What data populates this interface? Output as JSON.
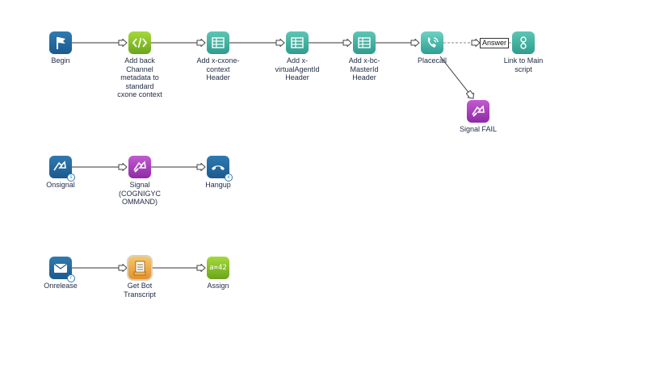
{
  "nodes": {
    "begin": {
      "label": "Begin",
      "icon": "flag-icon"
    },
    "add_back": {
      "label": "Add back\nChannel\nmetadata to\nstandard\ncxone context",
      "icon": "code-icon"
    },
    "add_cxone": {
      "label": "Add x-cxone-\ncontext\nHeader",
      "icon": "table-icon"
    },
    "add_virtual": {
      "label": "Add x-\nvirtualAgentId\nHeader",
      "icon": "table-icon"
    },
    "add_bc": {
      "label": "Add x-bc-\nMasterId\nHeader",
      "icon": "table-icon"
    },
    "placecall": {
      "label": "Placecall",
      "icon": "phone-call-icon"
    },
    "link_main": {
      "label": "Link to Main\nscript",
      "icon": "link-script-icon"
    },
    "signal_fail": {
      "label": "Signal FAIL",
      "icon": "signal-icon"
    },
    "onsignal": {
      "label": "Onsignal",
      "icon": "onsignal-icon"
    },
    "signal_cognigy": {
      "label": "Signal\n(COGNIGYC\nOMMAND)",
      "icon": "signal-icon"
    },
    "hangup": {
      "label": "Hangup",
      "icon": "hangup-icon"
    },
    "onrelease": {
      "label": "Onrelease",
      "icon": "onrelease-icon"
    },
    "get_bot": {
      "label": "Get Bot\nTranscript",
      "icon": "document-icon"
    },
    "assign": {
      "label": "Assign",
      "icon": "assign-icon",
      "glyph": "a=42"
    }
  },
  "branch_label": "Answer",
  "colors": {
    "blue": "#1b5a8e",
    "green": "#6aa51c",
    "teal": "#2f9c8e",
    "purple": "#8e2aa5",
    "orange": "#e7902b",
    "label_text": "#1f2a44"
  }
}
